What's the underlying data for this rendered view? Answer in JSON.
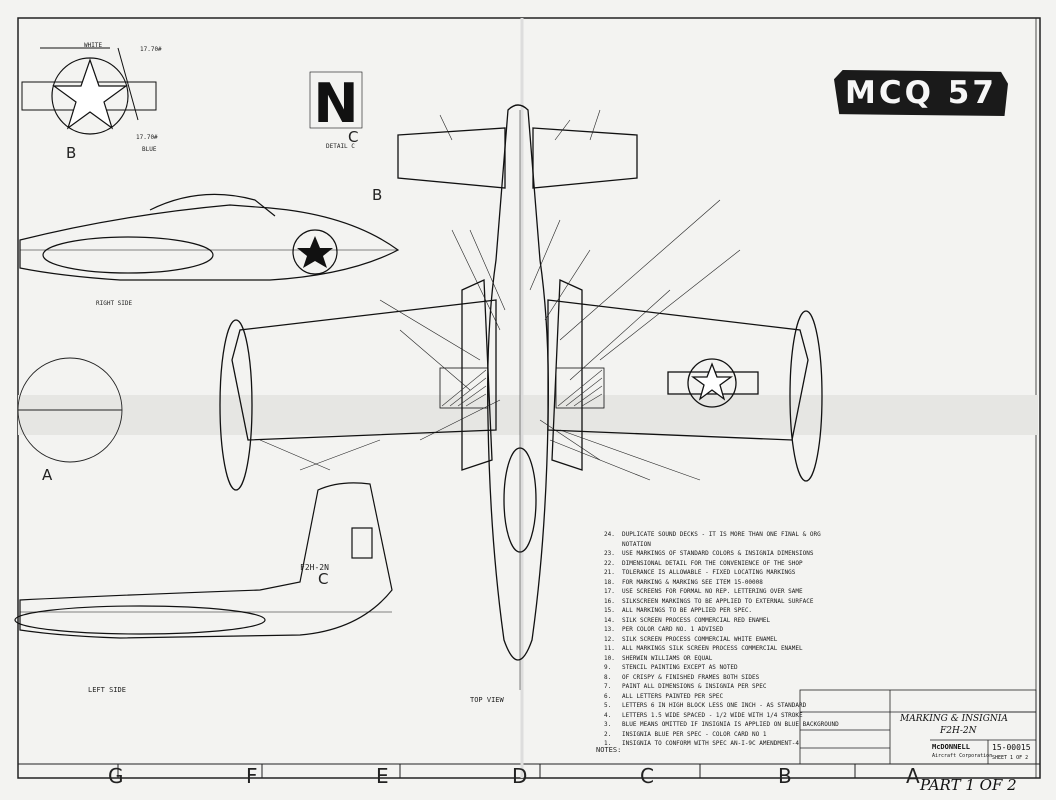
{
  "stamp": {
    "text": "MCQ 57"
  },
  "title_block": {
    "title": "MARKING & INSIGNIA",
    "model": "F2H-2N",
    "company": "McDONNELL",
    "company_sub": "Aircraft Corporation",
    "drawing_number": "15-00015",
    "sheet": "SHEET 1 OF 2"
  },
  "part_note": "PART 1 OF 2",
  "views": {
    "top": "TOP VIEW",
    "left_side": "LEFT SIDE",
    "right_side": "RIGHT SIDE",
    "detail_b": "B",
    "detail_c": "C",
    "detail_a": "A",
    "detail_c_title": "DETAIL C",
    "tail_code": "F2H-2N"
  },
  "insignia_labels": {
    "white": "WHITE",
    "blue": "BLUE",
    "dim_top": "17.70#",
    "dim_bottom": "17.70#"
  },
  "detail_letter": "N",
  "column_letters": [
    "G",
    "F",
    "E",
    "D",
    "C",
    "B",
    "A"
  ],
  "notes_header": "NOTES:",
  "notes": [
    {
      "num": "24",
      "text": "DUPLICATE SOUND DECKS - IT IS MORE THAN ONE FINAL & ORG NOTATION"
    },
    {
      "num": "23",
      "text": "USE MARKINGS OF STANDARD COLORS & INSIGNIA DIMENSIONS"
    },
    {
      "num": "22",
      "text": "DIMENSIONAL DETAIL FOR THE CONVENIENCE OF THE SHOP"
    },
    {
      "num": "21",
      "text": "TOLERANCE IS ALLOWABLE - FIXED LOCATING MARKINGS"
    },
    {
      "num": "18",
      "text": "FOR MARKING & MARKING SEE ITEM 15-00008"
    },
    {
      "num": "17",
      "text": "USE SCREENS FOR FORMAL NO REP. LETTERING OVER SAME"
    },
    {
      "num": "16",
      "text": "SILKSCREEN MARKINGS TO BE APPLIED TO EXTERNAL SURFACE"
    },
    {
      "num": "15",
      "text": "ALL MARKINGS TO BE APPLIED PER SPEC."
    },
    {
      "num": "14",
      "text": "SILK SCREEN PROCESS COMMERCIAL RED ENAMEL"
    },
    {
      "num": "13",
      "text": "PER COLOR CARD NO. 1 ADVISED"
    },
    {
      "num": "12",
      "text": "SILK SCREEN PROCESS COMMERCIAL WHITE ENAMEL"
    },
    {
      "num": "11",
      "text": "ALL MARKINGS SILK SCREEN PROCESS COMMERCIAL ENAMEL"
    },
    {
      "num": "10",
      "text": "SHERWIN WILLIAMS OR EQUAL"
    },
    {
      "num": "9",
      "text": "STENCIL PAINTING EXCEPT AS NOTED"
    },
    {
      "num": "8",
      "text": "OF CRISPY & FINISHED FRAMES BOTH SIDES"
    },
    {
      "num": "7",
      "text": "PAINT ALL DIMENSIONS & INSIGNIA PER SPEC"
    },
    {
      "num": "6",
      "text": "ALL LETTERS PAINTED PER SPEC"
    },
    {
      "num": "5",
      "text": "LETTERS 6 IN HIGH BLOCK LESS ONE INCH - AS STANDARD"
    },
    {
      "num": "4",
      "text": "LETTERS 1.5 WIDE SPACED - 1/2 WIDE WITH 1/4 STROKE"
    },
    {
      "num": "3",
      "text": "BLUE MEANS OMITTED IF INSIGNIA IS APPLIED ON BLUE BACKGROUND"
    },
    {
      "num": "2",
      "text": "INSIGNIA BLUE PER SPEC - COLOR CARD NO 1"
    },
    {
      "num": "1",
      "text": "INSIGNIA TO CONFORM WITH SPEC AN-I-9C AMENDMENT-4"
    }
  ],
  "colors": {
    "paper": "#f3f3f1",
    "ink": "#111111",
    "stamp_bg": "#1a1a1a"
  }
}
